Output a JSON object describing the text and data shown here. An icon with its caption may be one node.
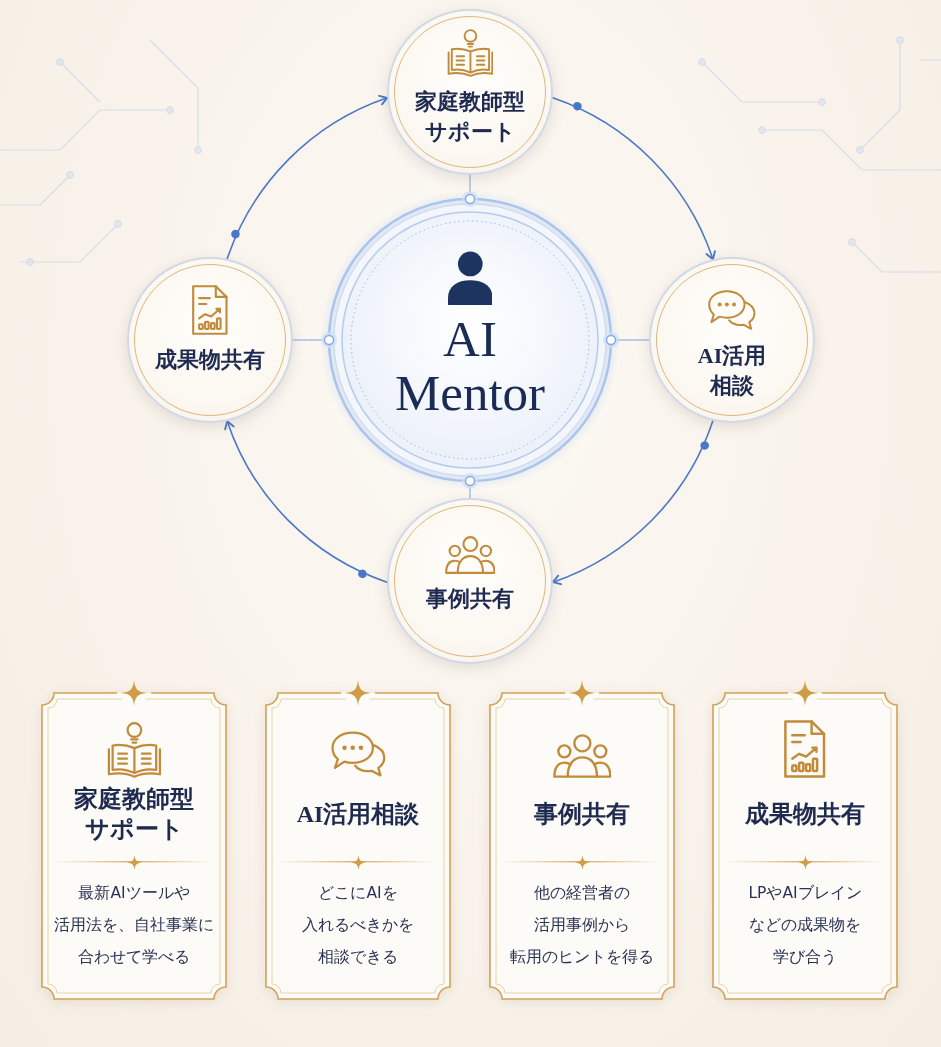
{
  "diagram": {
    "nodes": [
      {
        "text": [
          "AI Mentor"
        ]
      },
      {
        "text": [
          "家庭教師型サポート"
        ]
      },
      {
        "text": [
          "AI活用相談"
        ]
      },
      {
        "text": [
          "事例共有"
        ]
      },
      {
        "text": [
          "成果物共有"
        ]
      },
      {
        "text": [
          "家庭教師型サポート",
          "最新AIツールや活用法を、自社事業に合わせて学べる"
        ]
      },
      {
        "text": [
          "AI活用相談",
          "どこにAIを入れるべきかを相談できる"
        ]
      },
      {
        "text": [
          "事例共有",
          "他の経営者の活用事例から転用のヒントを得る"
        ]
      },
      {
        "text": [
          "成果物共有",
          "LPやAIブレインなどの成果物を学び合う"
        ]
      }
    ],
    "edges": [
      {
        "from": 1,
        "to": 2,
        "arrow": "to"
      },
      {
        "from": 2,
        "to": 3,
        "arrow": "to"
      },
      {
        "from": 3,
        "to": 4,
        "arrow": "to"
      },
      {
        "from": 4,
        "to": 1,
        "arrow": "to"
      },
      {
        "from": 0,
        "to": 1,
        "arrow": "none",
        "color": "#a9c0e6"
      },
      {
        "from": 0,
        "to": 2,
        "arrow": "none",
        "color": "#a9c0e6"
      },
      {
        "from": 0,
        "to": 3,
        "arrow": "none",
        "color": "#a9c0e6"
      },
      {
        "from": 0,
        "to": 4,
        "arrow": "none",
        "color": "#a9c0e6"
      }
    ]
  }
}
